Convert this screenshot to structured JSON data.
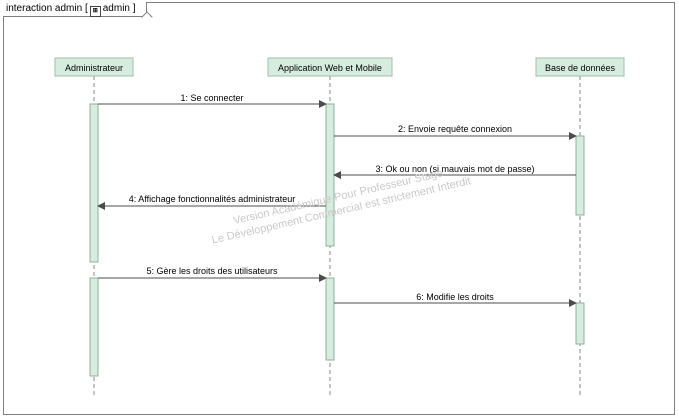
{
  "frame": {
    "kind": "interaction",
    "name": "admin",
    "ref_icon": "sd-reference-icon",
    "bracket_open": "[",
    "bracket_close": "]"
  },
  "lifelines": [
    {
      "id": "admin",
      "label": "Administrateur"
    },
    {
      "id": "app",
      "label": "Application Web et Mobile"
    },
    {
      "id": "db",
      "label": "Base de données"
    }
  ],
  "messages": [
    {
      "n": "1",
      "label": "1: Se connecter",
      "from": "admin",
      "to": "app"
    },
    {
      "n": "2",
      "label": "2: Envoie requête connexion",
      "from": "app",
      "to": "db"
    },
    {
      "n": "3",
      "label": "3: Ok ou non (si mauvais mot de passe)",
      "from": "db",
      "to": "app"
    },
    {
      "n": "4",
      "label": "4: Affichage fonctionnalités administrateur",
      "from": "app",
      "to": "admin"
    },
    {
      "n": "5",
      "label": "5: Gère les droits des utilisateurs",
      "from": "admin",
      "to": "app"
    },
    {
      "n": "6",
      "label": "6: Modifie les droits",
      "from": "app",
      "to": "db"
    }
  ],
  "watermark": {
    "line1": "Version Académique Pour Professeur Stage",
    "line2": "Le Développement Commercial est strictement Interdit"
  },
  "colors": {
    "activation_fill": "#d6ecdf",
    "activation_stroke": "#8fb09f",
    "line": "#4c4c4c"
  }
}
